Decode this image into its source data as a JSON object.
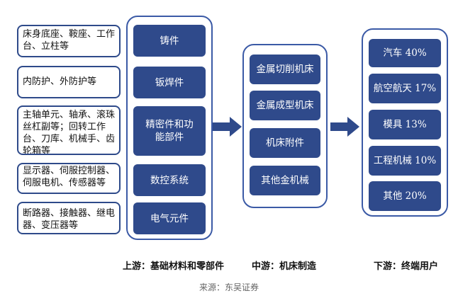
{
  "notes": [
    "床身底座、鞍座、工作台、立柱等",
    "内防护、外防护等",
    "主轴单元、轴承、滚珠丝杠副等；回转工作台、刀库、机械手、齿轮箱等",
    "显示器、伺服控制器、伺服电机、传感器等",
    "断路器、接触器、继电器、变压器等"
  ],
  "upstream": {
    "items": [
      "铸件",
      "钣焊件",
      "精密件和功能部件",
      "数控系统",
      "电气元件"
    ],
    "caption": "上游：基础材料和零部件"
  },
  "midstream": {
    "items": [
      "金属切削机床",
      "金属成型机床",
      "机床附件",
      "其他金机械"
    ],
    "caption": "中游：机床制造"
  },
  "downstream": {
    "items": [
      "汽车 40%",
      "航空航天 17%",
      "模具 13%",
      "工程机械 10%",
      "其他 20%"
    ],
    "caption": "下游：终端用户"
  },
  "source": "来源：东吴证券"
}
